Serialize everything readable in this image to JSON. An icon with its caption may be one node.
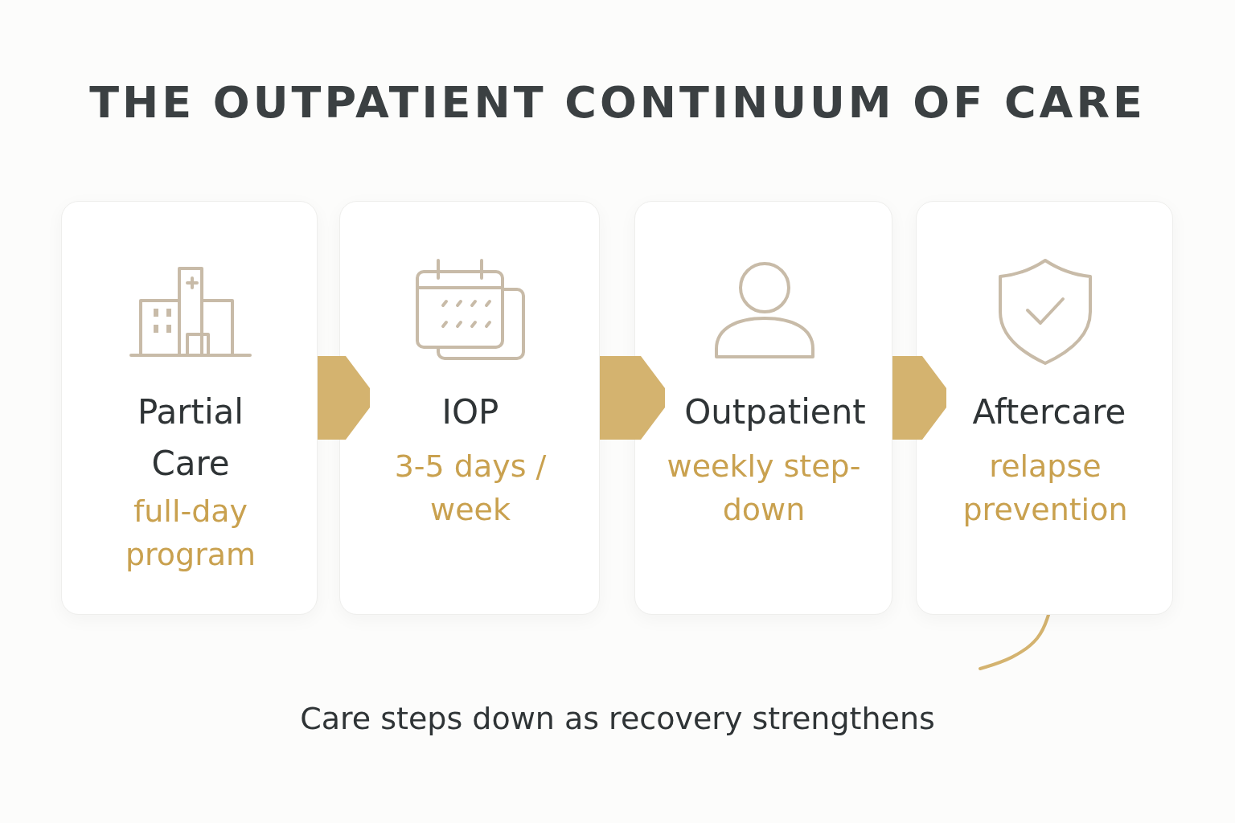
{
  "diagram": {
    "title": "THE OUTPATIENT CONTINUUM OF CARE",
    "caption": "Care steps down as recovery strengthens",
    "nodes": [
      {
        "text": [
          "Partial Care",
          "full-day program"
        ]
      },
      {
        "text": [
          "IOP",
          "3-5 days / week"
        ]
      },
      {
        "text": [
          "Outpatient",
          "weekly step-down"
        ]
      },
      {
        "text": [
          "Aftercare",
          "relapse prevention"
        ]
      }
    ],
    "edges": [
      {
        "from": 0,
        "to": 1,
        "arrow": "to"
      },
      {
        "from": 1,
        "to": 2,
        "arrow": "to"
      },
      {
        "from": 2,
        "to": 3,
        "arrow": "to"
      },
      {
        "from": 3,
        "to": null,
        "arrow": "none"
      }
    ]
  }
}
